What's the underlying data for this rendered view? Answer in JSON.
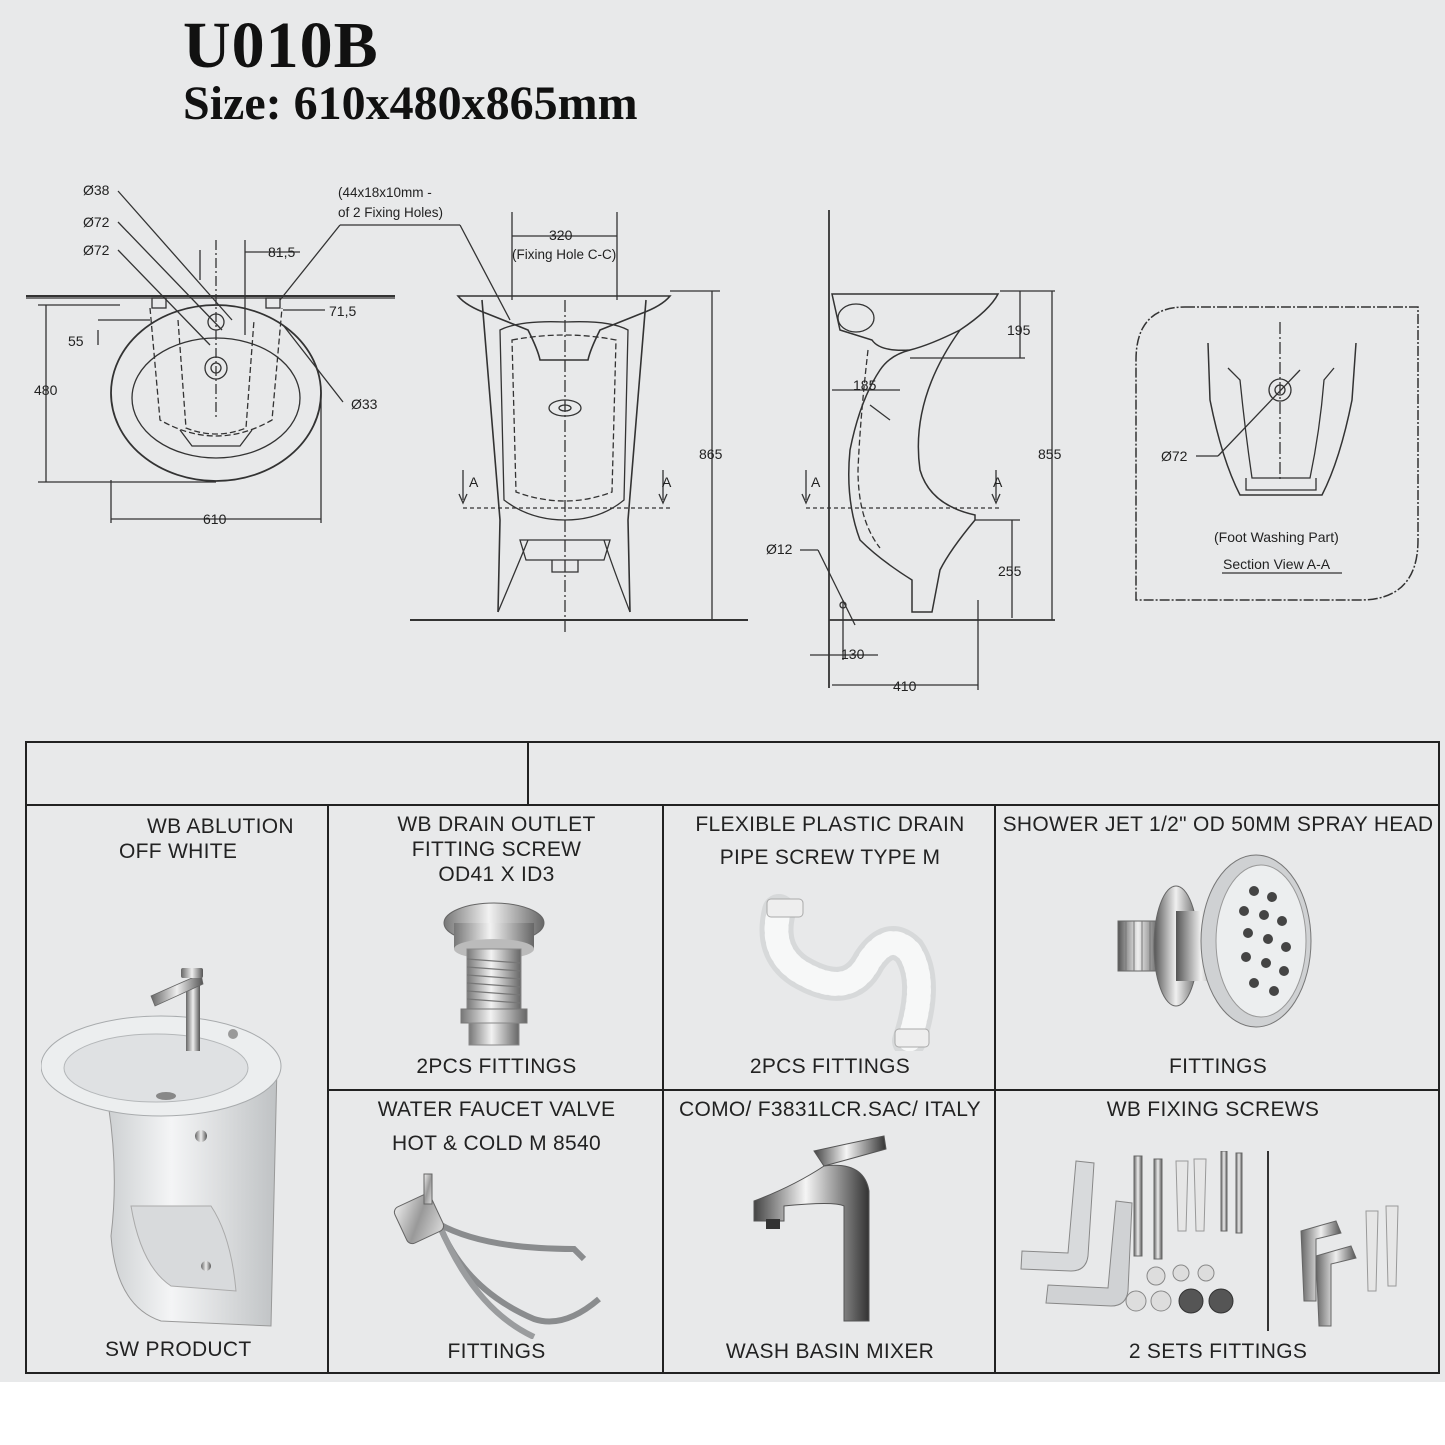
{
  "header": {
    "model": "U010B",
    "size": "Size: 610x480x865mm"
  },
  "drawing": {
    "top_view": {
      "d38": "Ø38",
      "d72a": "Ø72",
      "d72b": "Ø72",
      "dim_81_5": "81,5",
      "dim_71_5": "71,5",
      "dim_55": "55",
      "dim_480": "480",
      "d33": "Ø33",
      "dim_610": "610"
    },
    "fixing_note": {
      "line1": "(44x18x10mm -",
      "line2": "of 2 Fixing Holes)"
    },
    "front_view": {
      "dim_320": "320",
      "fixing_hole": "(Fixing Hole C-C)",
      "dim_865": "865",
      "sect_left": "A",
      "sect_right": "A"
    },
    "side_view": {
      "dim_195": "195",
      "dim_185": "185",
      "dim_855": "855",
      "dim_255": "255",
      "d12": "Ø12",
      "dim_130": "130",
      "dim_410": "410",
      "sect_left": "A",
      "sect_right": "A"
    },
    "section_view": {
      "d72": "Ø72",
      "part": "(Foot Washing Part)",
      "caption": "Section View A-A"
    }
  },
  "table": {
    "items": [
      {
        "lines": [
          "WB ABLUTION",
          "OFF WHITE"
        ],
        "caption": "SW PRODUCT"
      },
      {
        "lines": [
          "WB DRAIN OUTLET",
          "FITTING SCREW",
          "OD41 X ID3"
        ],
        "caption": "2PCS FITTINGS"
      },
      {
        "lines": [
          "FLEXIBLE PLASTIC DRAIN",
          "PIPE SCREW TYPE M"
        ],
        "caption": "2PCS FITTINGS"
      },
      {
        "lines": [
          "SHOWER JET 1/2\" OD 50MM SPRAY HEAD"
        ],
        "caption": "FITTINGS"
      },
      {
        "lines": [
          "WATER FAUCET VALVE",
          "HOT & COLD  M 8540"
        ],
        "caption": "FITTINGS"
      },
      {
        "lines": [
          "COMO/ F3831LCR.SAC/ ITALY"
        ],
        "caption": "WASH BASIN MIXER"
      },
      {
        "lines": [
          "WB FIXING SCREWS"
        ],
        "caption": "2 SETS FITTINGS"
      }
    ]
  }
}
